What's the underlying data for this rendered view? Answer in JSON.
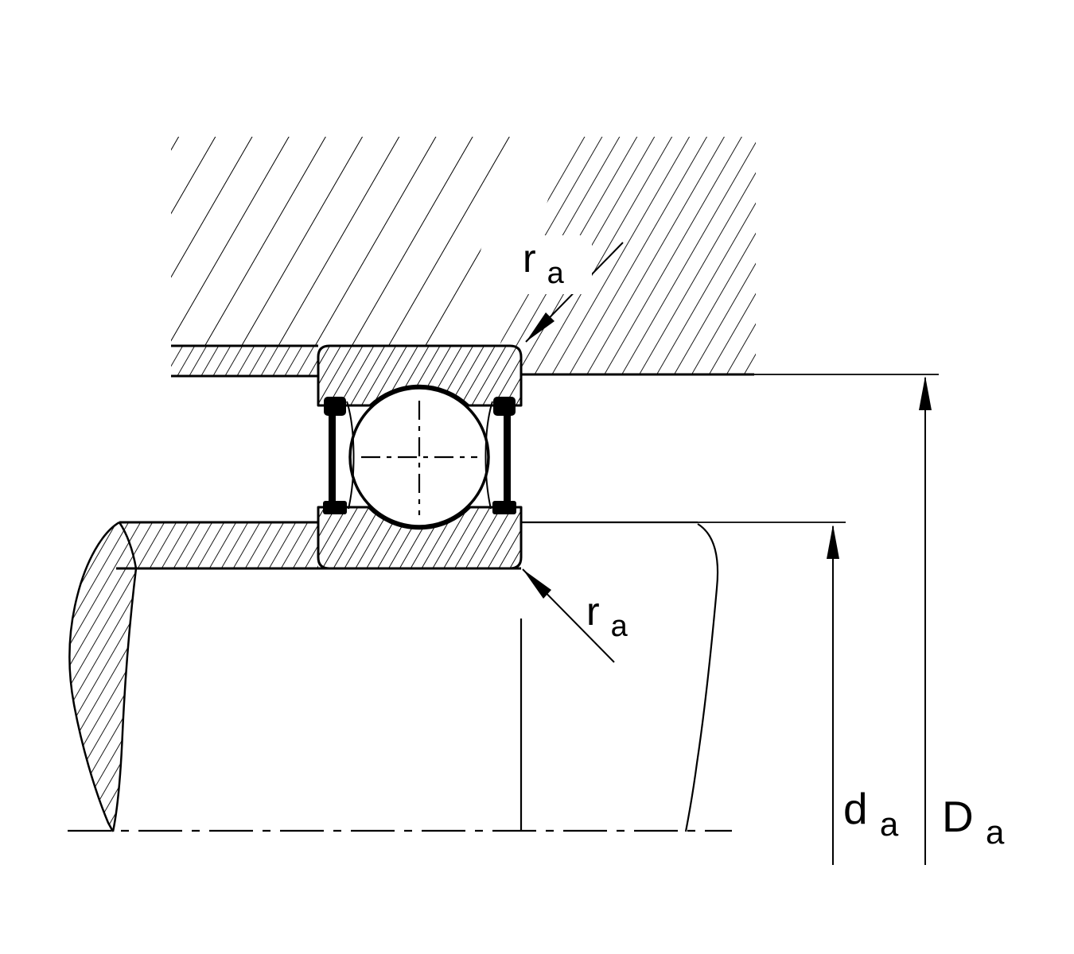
{
  "figure": {
    "kind": "technical-section-drawing",
    "subject": "sealed deep groove ball bearing mounted between housing and shaft, abutment and fillet dimensions",
    "labels": {
      "ra_upper": {
        "main": "r",
        "sub": "a"
      },
      "ra_lower": {
        "main": "r",
        "sub": "a"
      },
      "da": {
        "main": "d",
        "sub": "a"
      },
      "Da": {
        "main": "D",
        "sub": "a"
      }
    },
    "colors": {
      "line": "#000000",
      "background": "#ffffff",
      "seal": "#000000"
    }
  }
}
